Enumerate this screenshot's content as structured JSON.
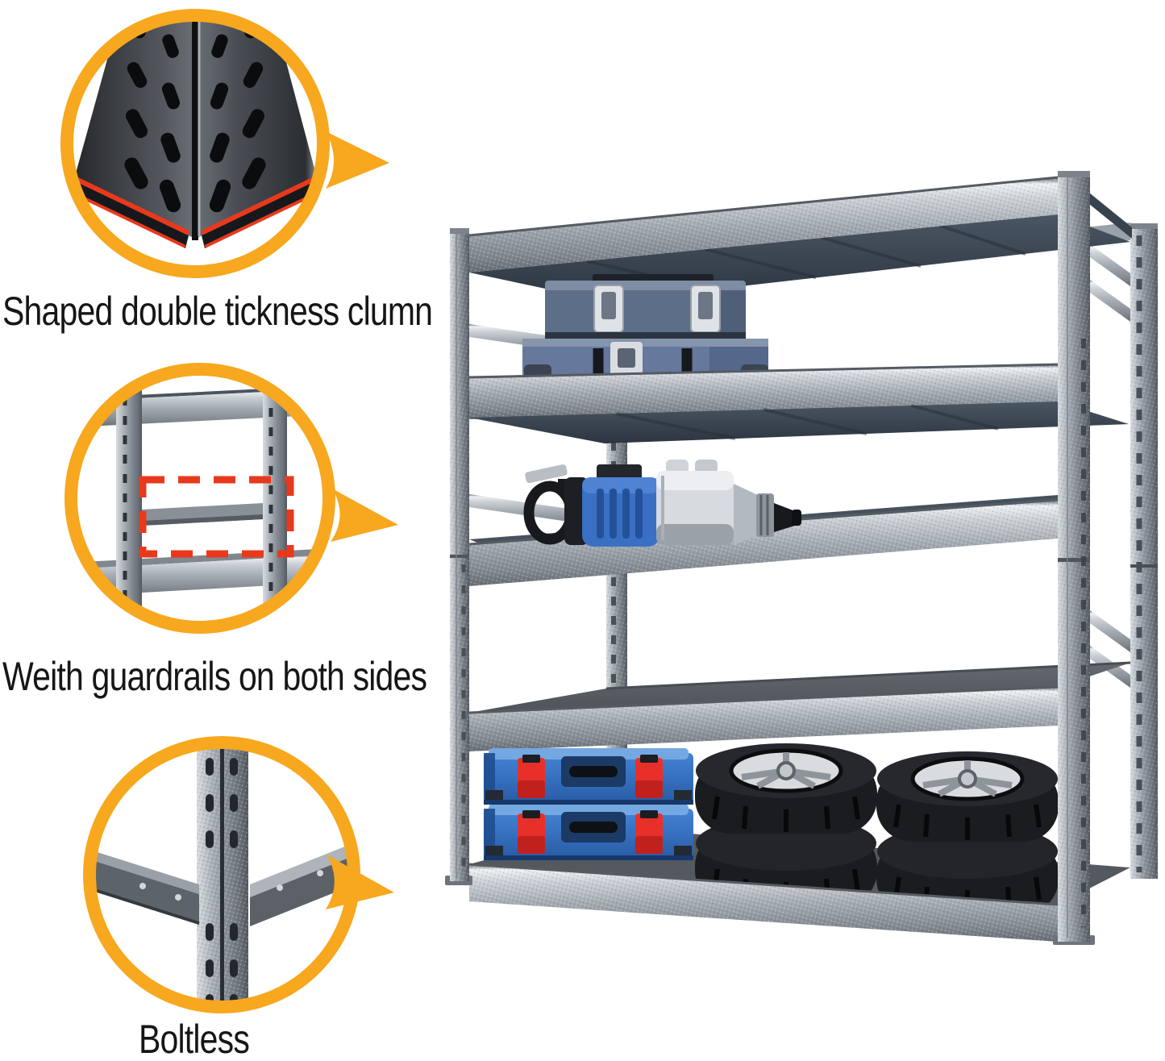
{
  "image": {
    "background": "#ffffff",
    "kind": "product feature infographic of a 5-tier boltless metal storage shelving unit"
  },
  "colors": {
    "ring_yellow": "#F7A81E",
    "highlight_red": "#E8391D",
    "metal_light": "#C9CED4",
    "metal_mid": "#9AA0A8",
    "metal_dark": "#5F656D",
    "shelf_underside_navy": "#3E4A57",
    "toolbox_navy": "#5E6F8A",
    "case_blue": "#2F6FC0",
    "case_latch_red": "#E8302A",
    "tool_blue": "#2F62B5",
    "tire_black": "#1A1B1E",
    "label_text": "#161616"
  },
  "callouts": [
    {
      "id": "double-thickness-column",
      "label": "Shaped double tickness clumn",
      "icon": "column-cross-section-closeup-icon"
    },
    {
      "id": "side-guardrails",
      "label": "Weith guardrails on both sides",
      "icon": "guardrail-closeup-icon"
    },
    {
      "id": "boltless-assembly",
      "label": "Boltless",
      "icon": "boltless-joint-closeup-icon"
    }
  ],
  "shelving_unit": {
    "icon": "garage-storage-rack",
    "shelf_count": 5,
    "contents": [
      {
        "shelf": 2,
        "icon": "toolbox-icon"
      },
      {
        "shelf": 3,
        "icon": "impact-wrench-icon"
      },
      {
        "shelf": 5,
        "icon": "stacked-tool-cases-icon"
      },
      {
        "shelf": 5,
        "icon": "tire-stack-icon",
        "tire_count": 4
      }
    ]
  }
}
